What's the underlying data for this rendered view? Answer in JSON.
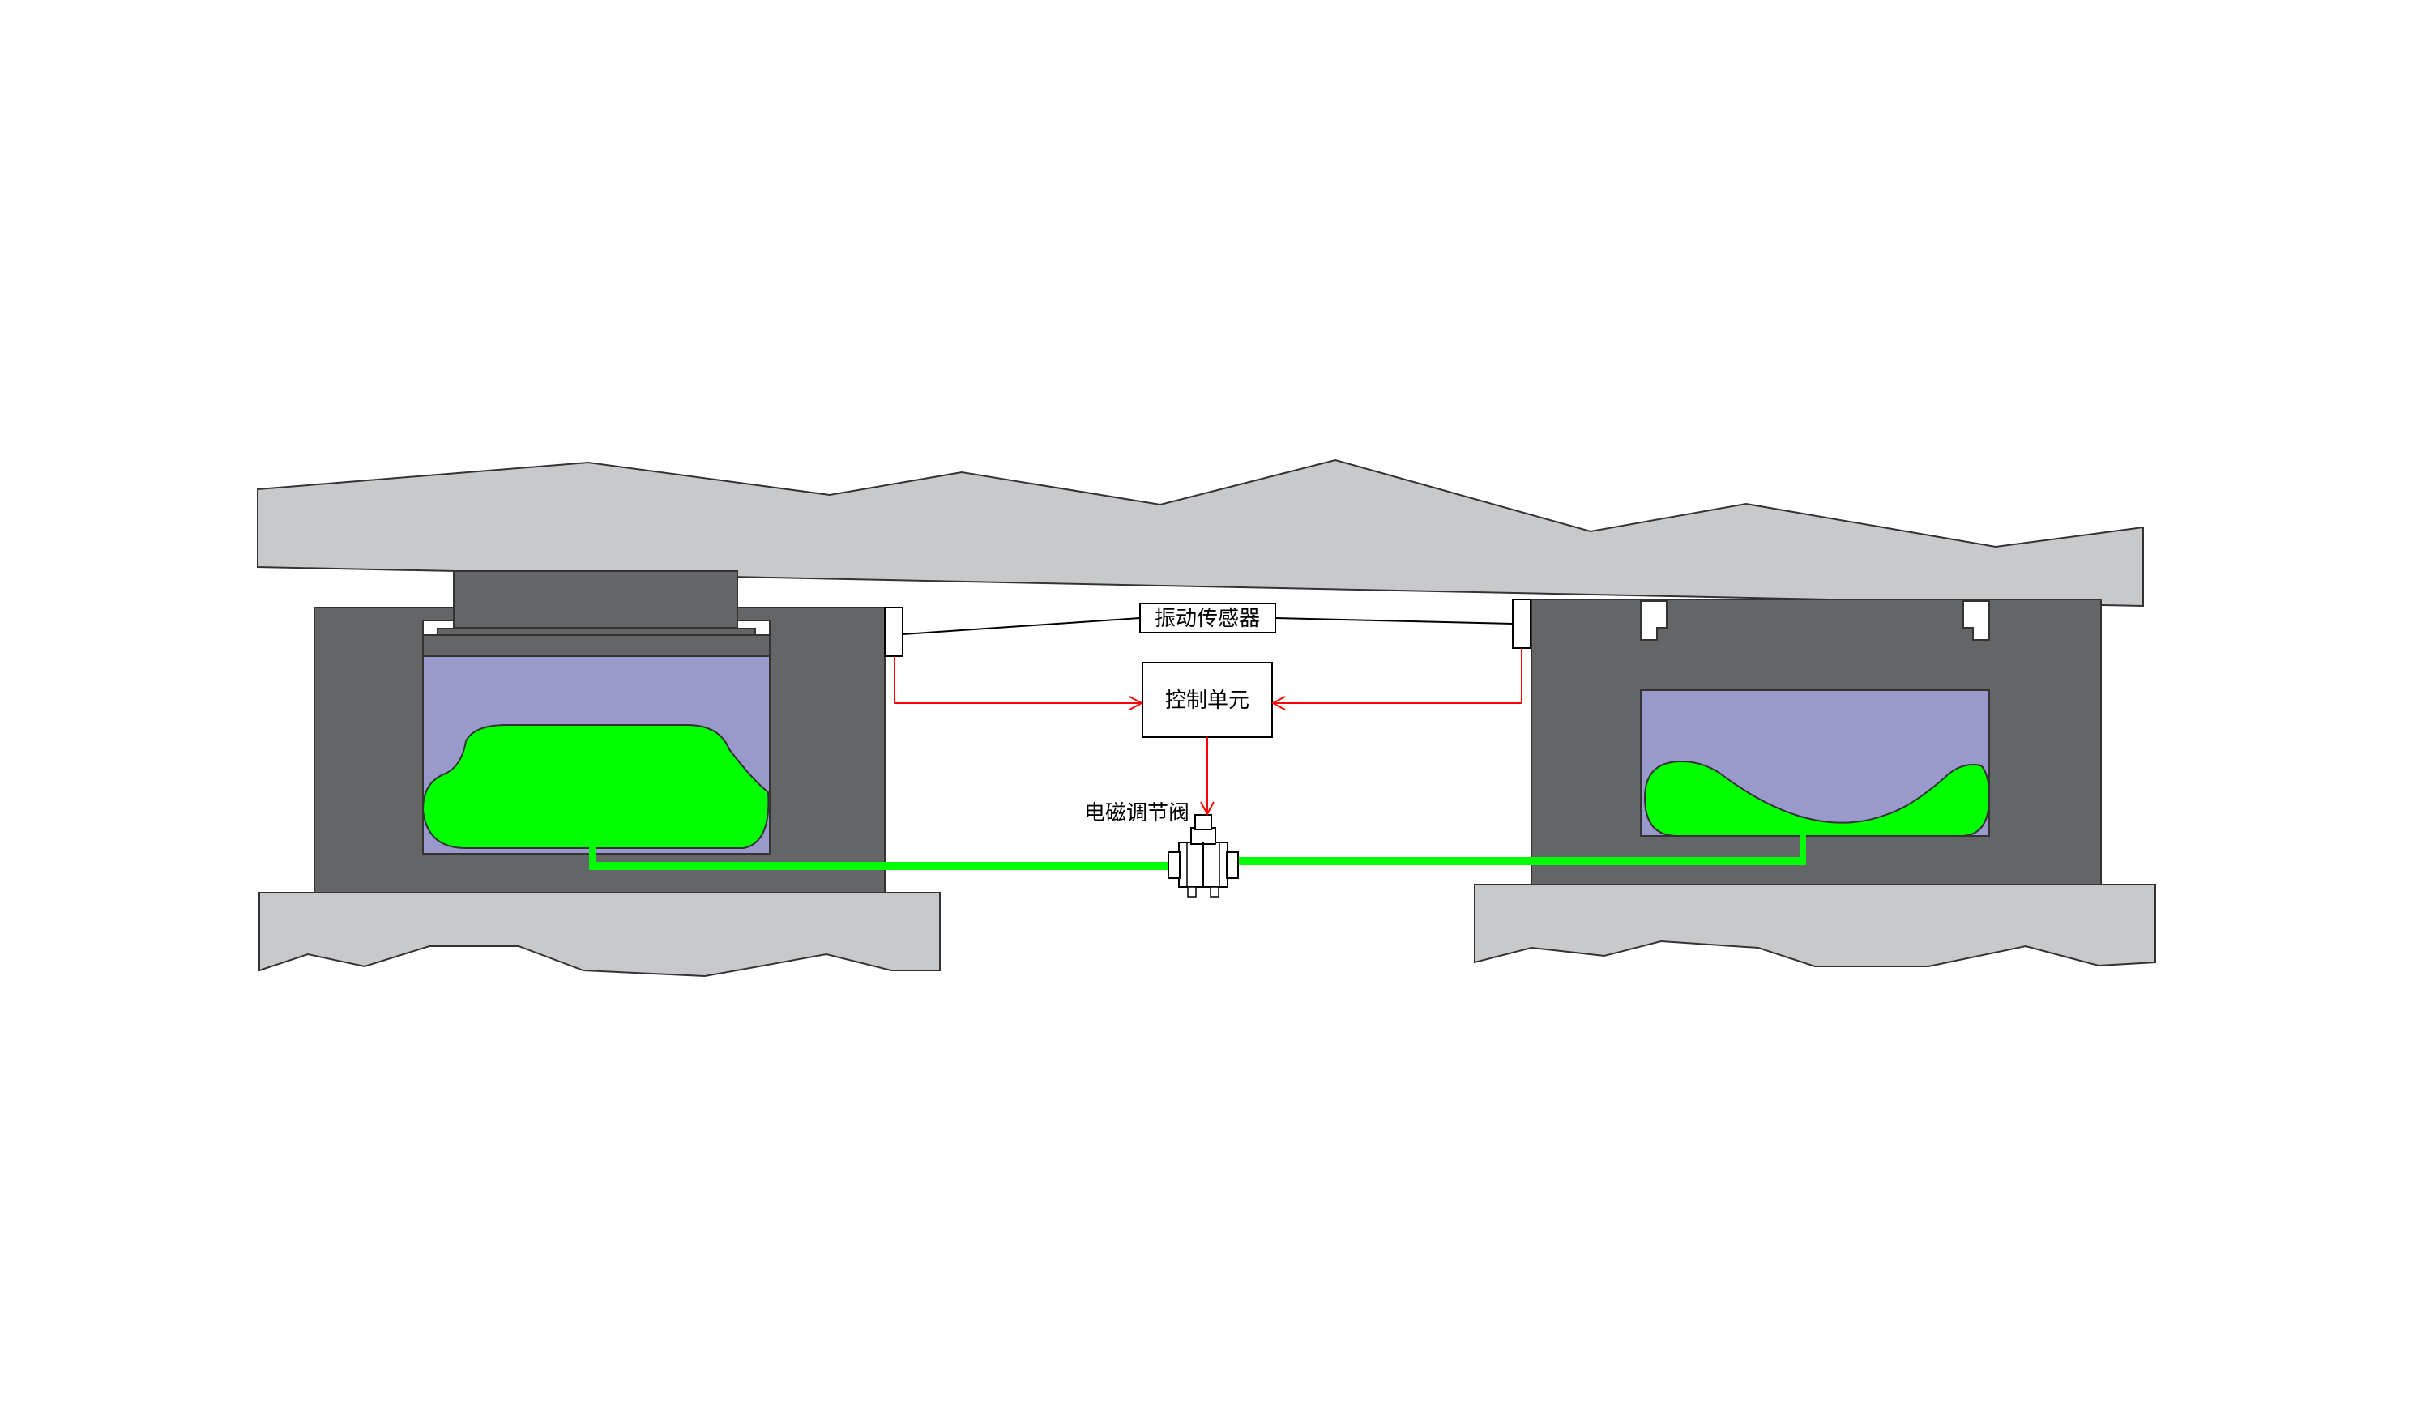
{
  "labels": {
    "vibration_sensor": "振动传感器",
    "control_unit": "控制单元",
    "solenoid_valve": "电磁调节阀"
  },
  "colors": {
    "slab": "#c8c9cb",
    "housing": "#646567",
    "chamber_fluid": "#9999cc",
    "airbag": "#00ff00",
    "signal_wire": "#ff0000",
    "outline": "#000000",
    "background": "#ffffff"
  },
  "icons": [
    "sensor-box-icon",
    "solenoid-valve-icon"
  ]
}
